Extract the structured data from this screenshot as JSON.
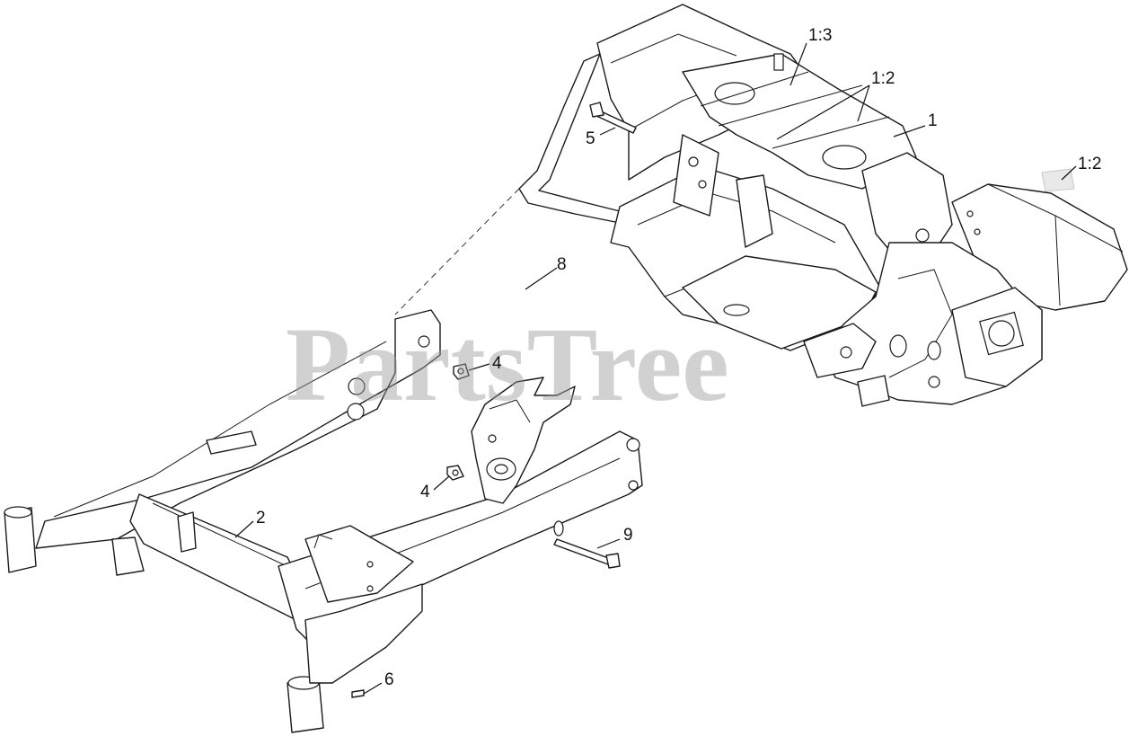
{
  "diagram": {
    "watermark": "PartsTree",
    "callouts": {
      "c1_3": "1:3",
      "c1_2_top": "1:2",
      "c1": "1",
      "c1_2_right": "1:2",
      "c5": "5",
      "c4_upper": "4",
      "c8": "8",
      "c4_lower": "4",
      "c2": "2",
      "c9": "9",
      "c6": "6"
    }
  }
}
